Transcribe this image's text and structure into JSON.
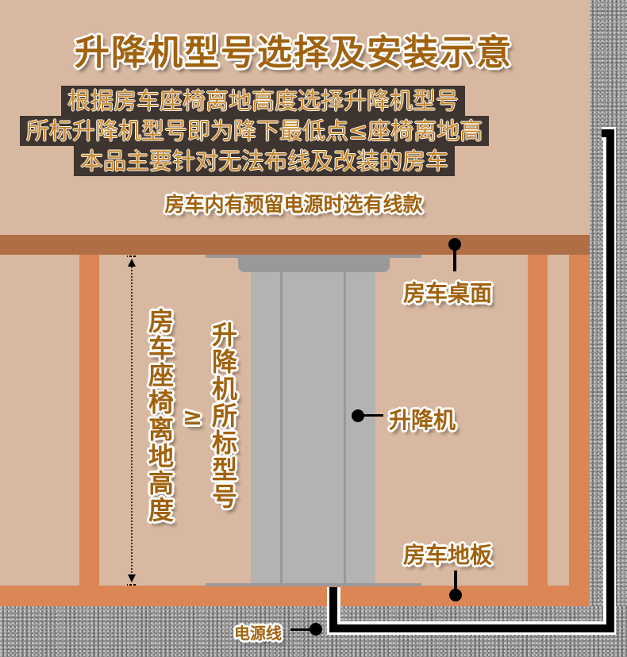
{
  "title": "升降机型号选择及安装示意",
  "notes": [
    "根据房车座椅离地高度选择升降机型号",
    "所标升降机型号即为降下最低点≤座椅离地高",
    "本品主要针对无法布线及改装的房车"
  ],
  "subtitle": "房车内有预留电源时选有线款",
  "labels": {
    "table_top": "房车桌面",
    "lift": "升降机",
    "floor": "房车地板",
    "power_cord": "电源线",
    "seat_height": "房车座椅离地高度",
    "comparator": "≥",
    "lift_model": "升降机所标型号"
  },
  "colors": {
    "background": "#d8b8a0",
    "table_top": "#b06e46",
    "frame": "#dc8656",
    "lift_column": "#b3b3b3",
    "lift_cap": "#999999",
    "label_text": "#a0620f",
    "note_box": "#3f3530"
  }
}
